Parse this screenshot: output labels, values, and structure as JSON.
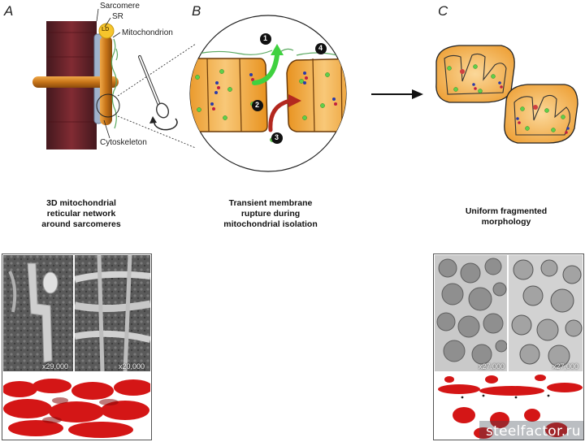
{
  "panels": {
    "a": {
      "letter": "A",
      "labels": {
        "sarcomere": "Sarcomere",
        "sr": "SR",
        "mitochondrion": "Mitochondrion",
        "ld": "LD",
        "cytoskeleton": "Cytoskeleton"
      },
      "caption_lines": [
        "3D mitochondrial",
        "reticular network",
        "around sarcomeres"
      ],
      "magnifications": [
        "x29,000",
        "x20,000"
      ]
    },
    "b": {
      "letter": "B",
      "steps": [
        "1",
        "2",
        "3",
        "4"
      ],
      "caption_lines": [
        "Transient membrane",
        "rupture during",
        "mitochondrial isolation"
      ]
    },
    "c": {
      "letter": "C",
      "caption_lines": [
        "Uniform fragmented",
        "morphology"
      ],
      "magnifications": [
        "x27,000",
        "x27,000"
      ]
    }
  },
  "watermark": "steelfactor.ru",
  "colors": {
    "mito_fill": "#f2b24a",
    "mito_edge": "#b26a12",
    "sarcomere": "#6b1a22",
    "green_arrow": "#3fd13f",
    "red_arrow": "#b3281f",
    "render_red": "#d41616"
  }
}
